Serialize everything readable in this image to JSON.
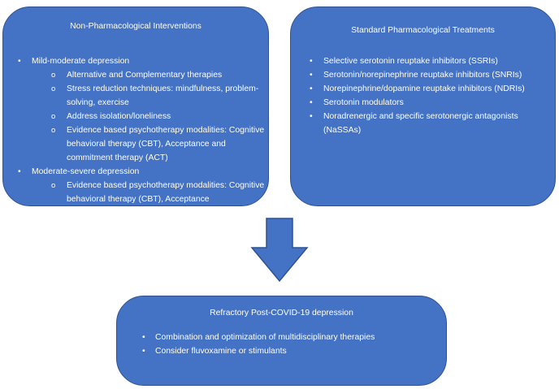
{
  "non_pharmacological": {
    "title": "Non-Pharmacological Interventions",
    "groups": [
      {
        "label": "Mild-moderate depression",
        "items": [
          "Alternative and Complementary therapies",
          "Stress reduction techniques: mindfulness, problem-solving, exercise",
          "Address isolation/loneliness",
          "Evidence based psychotherapy modalities: Cognitive behavioral therapy (CBT), Acceptance and commitment therapy (ACT)"
        ]
      },
      {
        "label": "Moderate-severe depression",
        "items": [
          "Evidence based psychotherapy modalities: Cognitive behavioral therapy (CBT), Acceptance"
        ]
      }
    ]
  },
  "pharmacological": {
    "title": "Standard Pharmacological Treatments",
    "items": [
      "Selective serotonin reuptake inhibitors (SSRIs)",
      "Serotonin/norepinephrine reuptake inhibitors (SNRIs)",
      "Norepinephrine/dopamine reuptake inhibitors (NDRIs)",
      "Serotonin modulators",
      "Noradrenergic and specific serotonergic antagonists (NaSSAs)"
    ]
  },
  "refractory": {
    "title": "Refractory Post-COVID-19 depression",
    "items": [
      "Combination and optimization of multidisciplinary therapies",
      "Consider fluvoxamine or stimulants"
    ]
  },
  "bullets": {
    "level1": "•",
    "level2": "o"
  },
  "icons": {
    "arrow": "down-arrow-icon"
  },
  "colors": {
    "box_fill": "#4472c4",
    "box_border": "#2f528f",
    "text": "#ffffff"
  }
}
